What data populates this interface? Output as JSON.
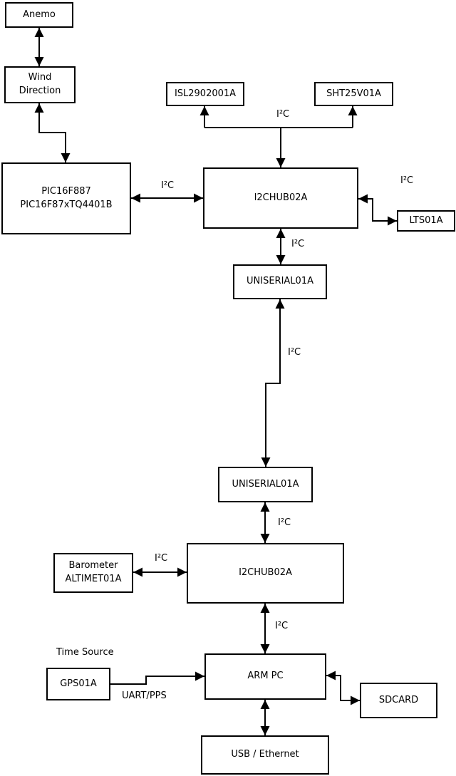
{
  "diagram": {
    "nodes": {
      "anemo": "Anemo",
      "wind_direction": [
        "Wind",
        "Direction"
      ],
      "pic": [
        "PIC16F887",
        "PIC16F87xTQ4401B"
      ],
      "isl": "ISL2902001A",
      "sht": "SHT25V01A",
      "i2chub": "I2CHUB02A",
      "lts": "LTS01A",
      "uniserial": "UNISERIAL01A",
      "barometer": [
        "Barometer",
        "ALTIMET01A"
      ],
      "gps": "GPS01A",
      "armpc": "ARM PC",
      "sdcard": "SDCARD",
      "usb_ethernet": "USB / Ethernet"
    },
    "labels": {
      "i2c": "I²C",
      "time_source": "Time Source",
      "uart_pps": "UART/PPS"
    },
    "colors": {
      "line": "#000000",
      "box_border": "#000000",
      "box_fill": "#ffffff",
      "text": "#000000",
      "background": "#ffffff"
    }
  }
}
